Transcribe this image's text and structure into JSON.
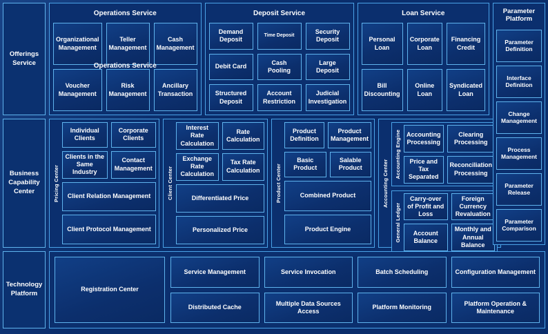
{
  "rails": {
    "offerings": "Offerings Service",
    "business": "Business Capability Center",
    "technology": "Technology Platform"
  },
  "top": {
    "operations": {
      "title": "Operations Service",
      "ghost_title": "Operations Service",
      "items": [
        "Organizational Management",
        "Teller Management",
        "Cash Management",
        "Voucher Management",
        "Risk Management",
        "Ancillary Transaction"
      ]
    },
    "deposit": {
      "title": "Deposit Service",
      "items": [
        "Demand Deposit",
        "Time Deposit",
        "Security Deposit",
        "Debit Card",
        "Cash Pooling",
        "Large Deposit",
        "Structured Deposit",
        "Account Restriction",
        "Judicial Investigation"
      ]
    },
    "loan": {
      "title": "Loan Service",
      "items": [
        "Personal Loan",
        "Corporate Loan",
        "Financing Credit",
        "Bill Discounting",
        "Online Loan",
        "Syndicated Loan"
      ]
    }
  },
  "parameter_platform": {
    "title": "Parameter Platform",
    "items": [
      "Parameter Definition",
      "Interface Definition",
      "Change Management",
      "Process Management",
      "Parameter Release",
      "Parameter Comparison"
    ]
  },
  "middle": {
    "pricing": {
      "label": "Pricing Center",
      "row_pairs": [
        [
          "Individual Clients",
          "Corporate Clients"
        ],
        [
          "Clients in the Same Industry",
          "Contact Management"
        ]
      ],
      "full_rows": [
        "Client Relation Management",
        "Client Protocol Management"
      ]
    },
    "client": {
      "label": "Client Center",
      "row_pairs": [
        [
          "Interest Rate Calculation",
          "Rate Calculation"
        ],
        [
          "Exchange Rate Calculation",
          "Tax Rate Calculation"
        ]
      ],
      "full_rows": [
        "Differentiated Price",
        "Personalized Price"
      ]
    },
    "product": {
      "label": "Product Center",
      "row_pairs": [
        [
          "Product Definition",
          "Product Management"
        ],
        [
          "Basic Product",
          "Salable Product"
        ]
      ],
      "full_rows": [
        "Combined Product",
        "Product Engine"
      ]
    },
    "accounting": {
      "label": "Accounting Center",
      "subgroups": [
        {
          "label": "Accounting Engine",
          "items": [
            "Accounting Processing",
            "Clearing Processing",
            "Price and Tax Separated",
            "Reconciliation Processing"
          ]
        },
        {
          "label": "General Ledger",
          "items": [
            "Carry-over of Profit and Loss",
            "Foreign Currency Revaluation",
            "Account Balance",
            "Monthly and Annual Balance"
          ]
        }
      ]
    }
  },
  "bottom": {
    "registration": "Registration Center",
    "items": [
      "Service Management",
      "Service Invocation",
      "Batch Scheduling",
      "Configuration Management",
      "Distributed Cache",
      "Multiple Data Sources Access",
      "Platform Monitoring",
      "Platform Operation & Maintenance"
    ]
  },
  "colors": {
    "background": "#0a2d6b",
    "panel_background": "#0b2f6e",
    "border": "#4aa3e8",
    "cell_border": "#5fb4ee",
    "text": "#ffffff"
  }
}
